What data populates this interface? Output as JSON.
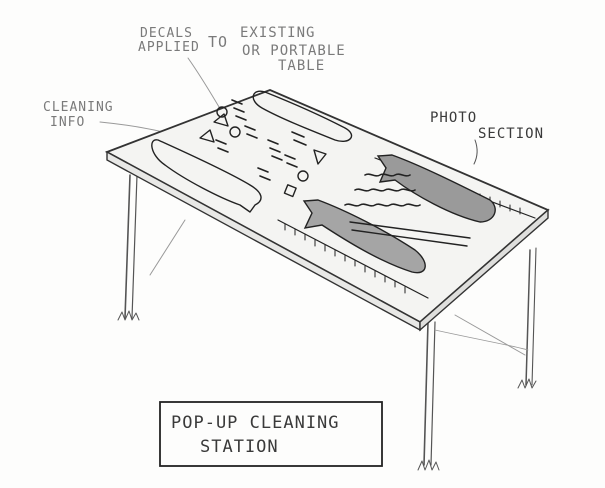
{
  "labels": {
    "decals_line1": "DECALS",
    "decals_line2": "APPLIED",
    "decals_to": "TO",
    "existing_line1": "EXISTING",
    "existing_line2": "OR PORTABLE",
    "existing_line3": "TABLE",
    "cleaning_line1": "CLEANING",
    "cleaning_line2": "INFO",
    "photo_line1": "PHOTO",
    "photo_line2": "SECTION"
  },
  "sign": {
    "line1": "POP-UP CLEANING",
    "line2": "STATION"
  },
  "icons": [
    "fish-outline-icon",
    "fish-icon",
    "ruler-icon",
    "triangle-icon",
    "circle-icon",
    "square-icon",
    "lines-icon"
  ]
}
